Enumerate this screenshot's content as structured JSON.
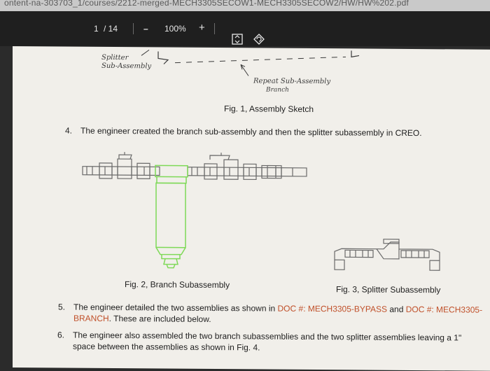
{
  "browser": {
    "url": "ontent-na-303703_1/courses/2212-merged-MECH3305SECOW1-MECH3305SECOW2/HW/HW%202.pdf"
  },
  "toolbar": {
    "current_page": "1",
    "total_pages": "/ 14",
    "zoom_out": "–",
    "zoom": "100%",
    "zoom_in": "+"
  },
  "sketch": {
    "splitter_label_1": "Splitter",
    "splitter_label_2": "Sub-Assembly",
    "repeat_label_1": "Repeat Sub-Assembly",
    "repeat_label_2": "Branch",
    "caption": "Fig. 1, Assembly Sketch"
  },
  "items": {
    "item4_num": "4.",
    "item4_text": "The engineer created the branch sub-assembly and then the splitter subassembly in CREO.",
    "item5_num": "5.",
    "item5_pre": "The engineer detailed the two assemblies as shown in ",
    "item5_doc1": "DOC #: MECH3305-BYPASS",
    "item5_mid": " and ",
    "item5_doc2": "DOC #: MECH3305-",
    "item5_doc2b": "BRANCH",
    "item5_post": ". These are included below.",
    "item6_num": "6.",
    "item6_text1": "The engineer also assembled the two branch subassemblies and the two splitter assemblies leaving a 1\"",
    "item6_text2": "space between the assemblies as shown in Fig. 4."
  },
  "figures": {
    "fig2_caption": "Fig. 2, Branch Subassembly",
    "fig3_caption": "Fig. 3, Splitter Subassembly"
  },
  "colors": {
    "toolbar_bg": "#1f1f1f",
    "page_bg": "#f1efea",
    "doc_ref": "#c0502a",
    "filter_green": "#7ed957"
  }
}
